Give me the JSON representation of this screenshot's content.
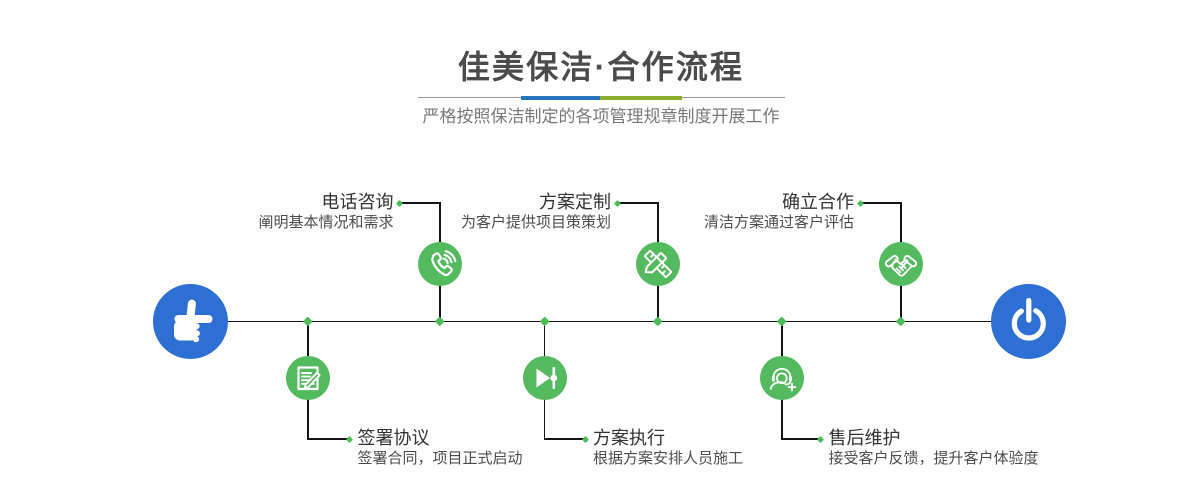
{
  "header": {
    "title": "佳美保洁·合作流程",
    "subtitle": "严格按照保洁制定的各项管理规章制度开展工作"
  },
  "colors": {
    "title_text": "#4b4b4d",
    "subtitle_text": "#77787a",
    "divider_blue": "#2273b9",
    "divider_green": "#8bad2b",
    "divider_line": "#989898",
    "timeline_line": "#141414",
    "terminal_blue": "#2e6fd3",
    "node_green": "#53ba5e",
    "diamond_green": "#4cbc58"
  },
  "timeline": {
    "start_icon": "hand-pointing-right-icon",
    "end_icon": "power-icon",
    "steps": [
      {
        "icon": "phone-icon",
        "position": "top",
        "title": "电话咨询",
        "desc": "阐明基本情况和需求"
      },
      {
        "icon": "contract-icon",
        "position": "bottom",
        "title": "签署协议",
        "desc": "签署合同，项目正式启动"
      },
      {
        "icon": "design-icon",
        "position": "top",
        "title": "方案定制",
        "desc": "为客户提供项目策策划"
      },
      {
        "icon": "execution-icon",
        "position": "bottom",
        "title": "方案执行",
        "desc": "根据方案安排人员施工"
      },
      {
        "icon": "handshake-icon",
        "position": "top",
        "title": "确立合作",
        "desc": "清洁方案通过客户评估"
      },
      {
        "icon": "aftersale-icon",
        "position": "bottom",
        "title": "售后维护",
        "desc": "接受客户反馈，提升客户体验度"
      }
    ]
  }
}
